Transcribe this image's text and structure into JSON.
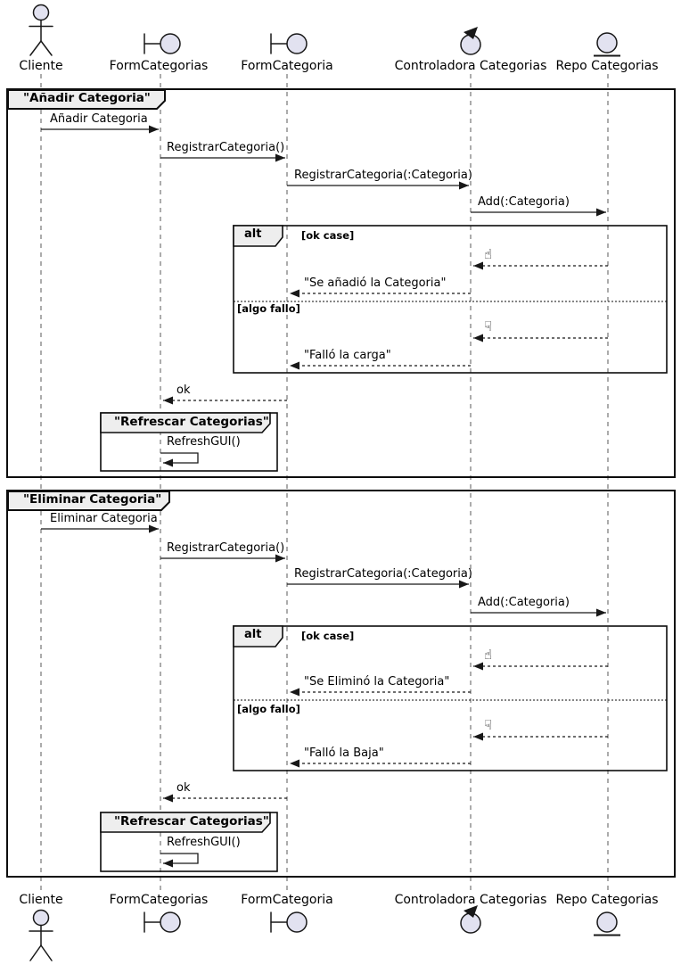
{
  "participants": [
    {
      "name": "Cliente",
      "type": "actor"
    },
    {
      "name": "FormCategorias",
      "type": "boundary"
    },
    {
      "name": "FormCategoria",
      "type": "boundary"
    },
    {
      "name": "Controladora Categorias",
      "type": "control"
    },
    {
      "name": "Repo Categorias",
      "type": "entity"
    }
  ],
  "icons": {
    "thumbs_up": "☝",
    "thumbs_down": "☟"
  },
  "frames": [
    {
      "title": "\"Añadir Categoria\"",
      "messages": {
        "request": "Añadir Categoria",
        "registrar": "RegistrarCategoria()",
        "registrar_param": "RegistrarCategoria(:Categoria)",
        "add": "Add(:Categoria)",
        "ok_reply": "\"Se añadió la Categoria\"",
        "fail_reply": "\"Falló la carga\"",
        "ok": "ok"
      },
      "alt": {
        "operator": "alt",
        "ok_guard": "[ok case]",
        "fail_guard": "[algo fallo]"
      },
      "refresh": {
        "title": "\"Refrescar Categorias\"",
        "message": "RefreshGUI()"
      }
    },
    {
      "title": "\"Eliminar Categoria\"",
      "messages": {
        "request": "Eliminar Categoria",
        "registrar": "RegistrarCategoria()",
        "registrar_param": "RegistrarCategoria(:Categoria)",
        "add": "Add(:Categoria)",
        "ok_reply": "\"Se Eliminó la Categoria\"",
        "fail_reply": "\"Falló la Baja\"",
        "ok": "ok"
      },
      "alt": {
        "operator": "alt",
        "ok_guard": "[ok case]",
        "fail_guard": "[algo fallo]"
      },
      "refresh": {
        "title": "\"Refrescar Categorias\"",
        "message": "RefreshGUI()"
      }
    }
  ]
}
